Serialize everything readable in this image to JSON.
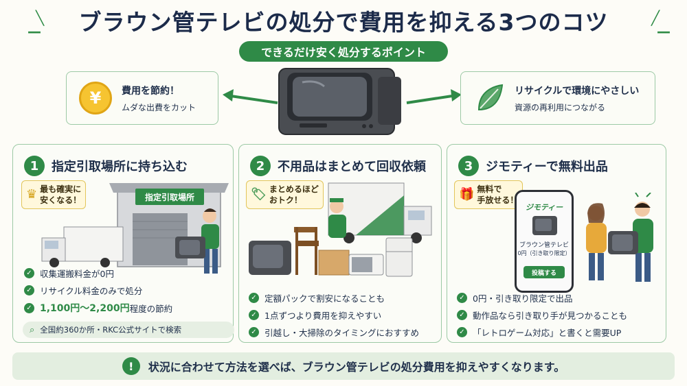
{
  "title": "ブラウン管テレビの処分で費用を抑える3つのコツ",
  "subtitle": "できるだけ安く処分するポイント",
  "benefits": {
    "left": {
      "icon": "yen-coin-icon",
      "symbol": "¥",
      "line1": "費用を節約！",
      "line2": "ムダな出費をカット"
    },
    "right": {
      "icon": "leaf-icon",
      "line1": "リサイクルで環境にやさしい",
      "line2": "資源の再利用につながる"
    }
  },
  "panels": [
    {
      "num": "1",
      "title": "指定引取場所に持ち込む",
      "badge": {
        "icon": "crown-icon",
        "line1": "最も確実に",
        "line2": "安くなる！"
      },
      "sign": "指定引取場所",
      "checks": [
        "収集運搬料金が0円",
        "リサイクル料金のみで処分"
      ],
      "highlight": {
        "value": "1,100円〜2,200円",
        "rest": "程度の節約"
      },
      "search": "全国約360か所・RKC公式サイトで検索"
    },
    {
      "num": "2",
      "title": "不用品はまとめて回収依頼",
      "badge": {
        "icon": "tag-icon",
        "line1": "まとめるほど",
        "line2": "おトク！"
      },
      "checks": [
        "定額パックで割安になることも",
        "1点ずつより費用を抑えやすい",
        "引越し・大掃除のタイミングにおすすめ"
      ]
    },
    {
      "num": "3",
      "title": "ジモティーで無料出品",
      "badge": {
        "icon": "gift-icon",
        "line1": "無料で",
        "line2": "手放せる！"
      },
      "phone": {
        "brand": "ジモティー",
        "item": "ブラウン管テレビ",
        "price": "0円（引き取り限定）",
        "button": "投稿する"
      },
      "checks": [
        "0円・引き取り限定で出品",
        "動作品なら引き取り手が見つかることも",
        "「レトロゲーム対応」と書くと需要UP"
      ]
    }
  ],
  "footer": {
    "icon": "exclamation-icon",
    "mark": "!",
    "text": "状況に合わせて方法を選べば、ブラウン管テレビの処分費用を抑えやすくなります。"
  },
  "colors": {
    "accent": "#2f8a47",
    "navy": "#1c2b4a",
    "gold": "#f6c431"
  }
}
